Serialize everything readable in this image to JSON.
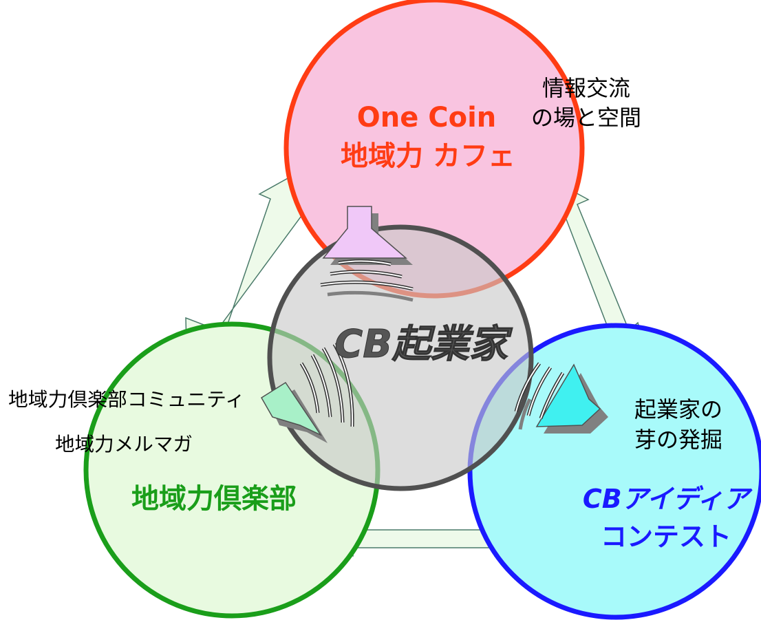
{
  "colors": {
    "cafe_fill": "#f9c4e0",
    "cafe_stroke": "#ff3c14",
    "club_fill": "#e8fae0",
    "club_stroke": "#1a9e1a",
    "contest_fill": "#a8fafa",
    "contest_stroke": "#1a1aff",
    "center_fill": "#c8c8c8",
    "center_stroke": "#505050",
    "arrow_fill": "#eefaea",
    "arrow_stroke": "#4a7a6a"
  },
  "cafe": {
    "line1": "One Coin",
    "line2": "地域力 カフェ",
    "note_line1": "情報交流",
    "note_line2": "の場と空間"
  },
  "center": {
    "label": "CB起業家"
  },
  "club": {
    "title": "地域力倶楽部",
    "note_line1": "地域力倶楽部コミュニティ",
    "note_line2": "地域力メルマガ"
  },
  "contest": {
    "line1": "CBアイディア",
    "line2": "コンテスト",
    "note_line1": "起業家の",
    "note_line2": "芽の発掘"
  },
  "icons": {
    "megaphones": [
      "megaphone-icon",
      "megaphone-icon",
      "megaphone-icon"
    ],
    "arrows": [
      "double-arrow-icon",
      "double-arrow-icon",
      "double-arrow-icon"
    ]
  }
}
